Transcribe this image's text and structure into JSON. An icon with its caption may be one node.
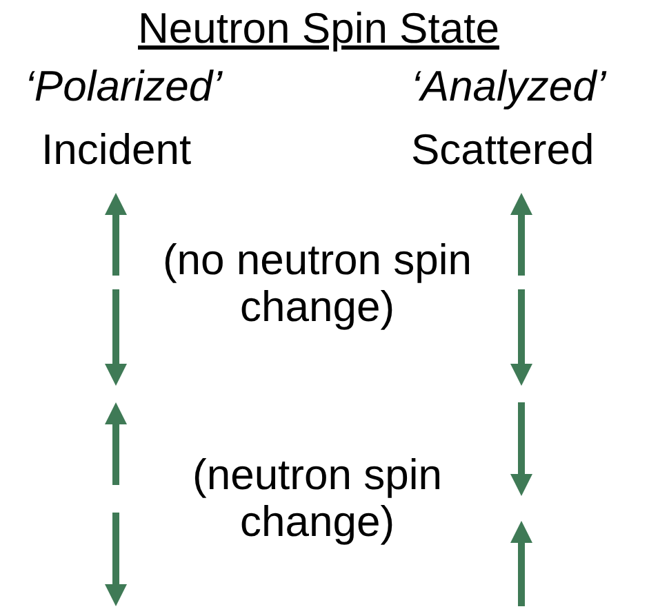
{
  "diagram": {
    "title": "Neutron Spin State",
    "labels": [
      "‘Polarized’",
      "‘Analyzed’",
      "Incident",
      "Scattered",
      "(no neutron spin change)",
      "(neutron spin change)"
    ]
  }
}
